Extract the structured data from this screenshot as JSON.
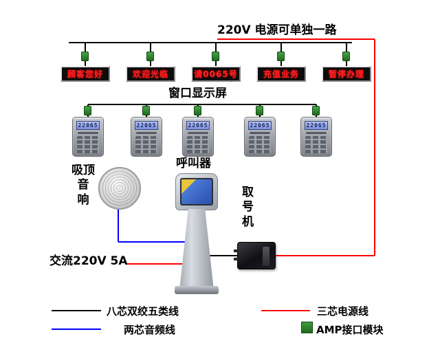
{
  "top": {
    "power_label": "220V  电源可单独一路"
  },
  "display_row": {
    "caption": "窗口显示屏",
    "items": [
      {
        "text": "顾客您好"
      },
      {
        "text": "欢迎光临"
      },
      {
        "text": "请0065号"
      },
      {
        "text": "充值业务"
      },
      {
        "text": "暂停办理"
      }
    ]
  },
  "caller_row": {
    "caption": "呼叫器",
    "items": [
      {
        "screen": "22065"
      },
      {
        "screen": "22065"
      },
      {
        "screen": "22065"
      },
      {
        "screen": "22065"
      },
      {
        "screen": "22065"
      }
    ]
  },
  "devices": {
    "speaker_label": "吸顶\n音\n响",
    "kiosk_label": "取\n号\n机",
    "ac_label": "交流220V 5A"
  },
  "legend": {
    "items": [
      {
        "label": "八芯双绞五类线",
        "color": "#000000",
        "shape": "line"
      },
      {
        "label": "三芯电源线",
        "color": "#ff0000",
        "shape": "line"
      },
      {
        "label": "两芯音频线",
        "color": "#0000ff",
        "shape": "line"
      },
      {
        "label": "AMP接口模块",
        "color": "#2e8b2e",
        "shape": "square"
      }
    ]
  },
  "colors": {
    "wire_data": "#000000",
    "wire_power": "#ff0000",
    "wire_audio": "#0000ff",
    "module_green": "#2e8b2e",
    "led_text": "#ff2222",
    "led_bg": "#0d0d0d"
  }
}
